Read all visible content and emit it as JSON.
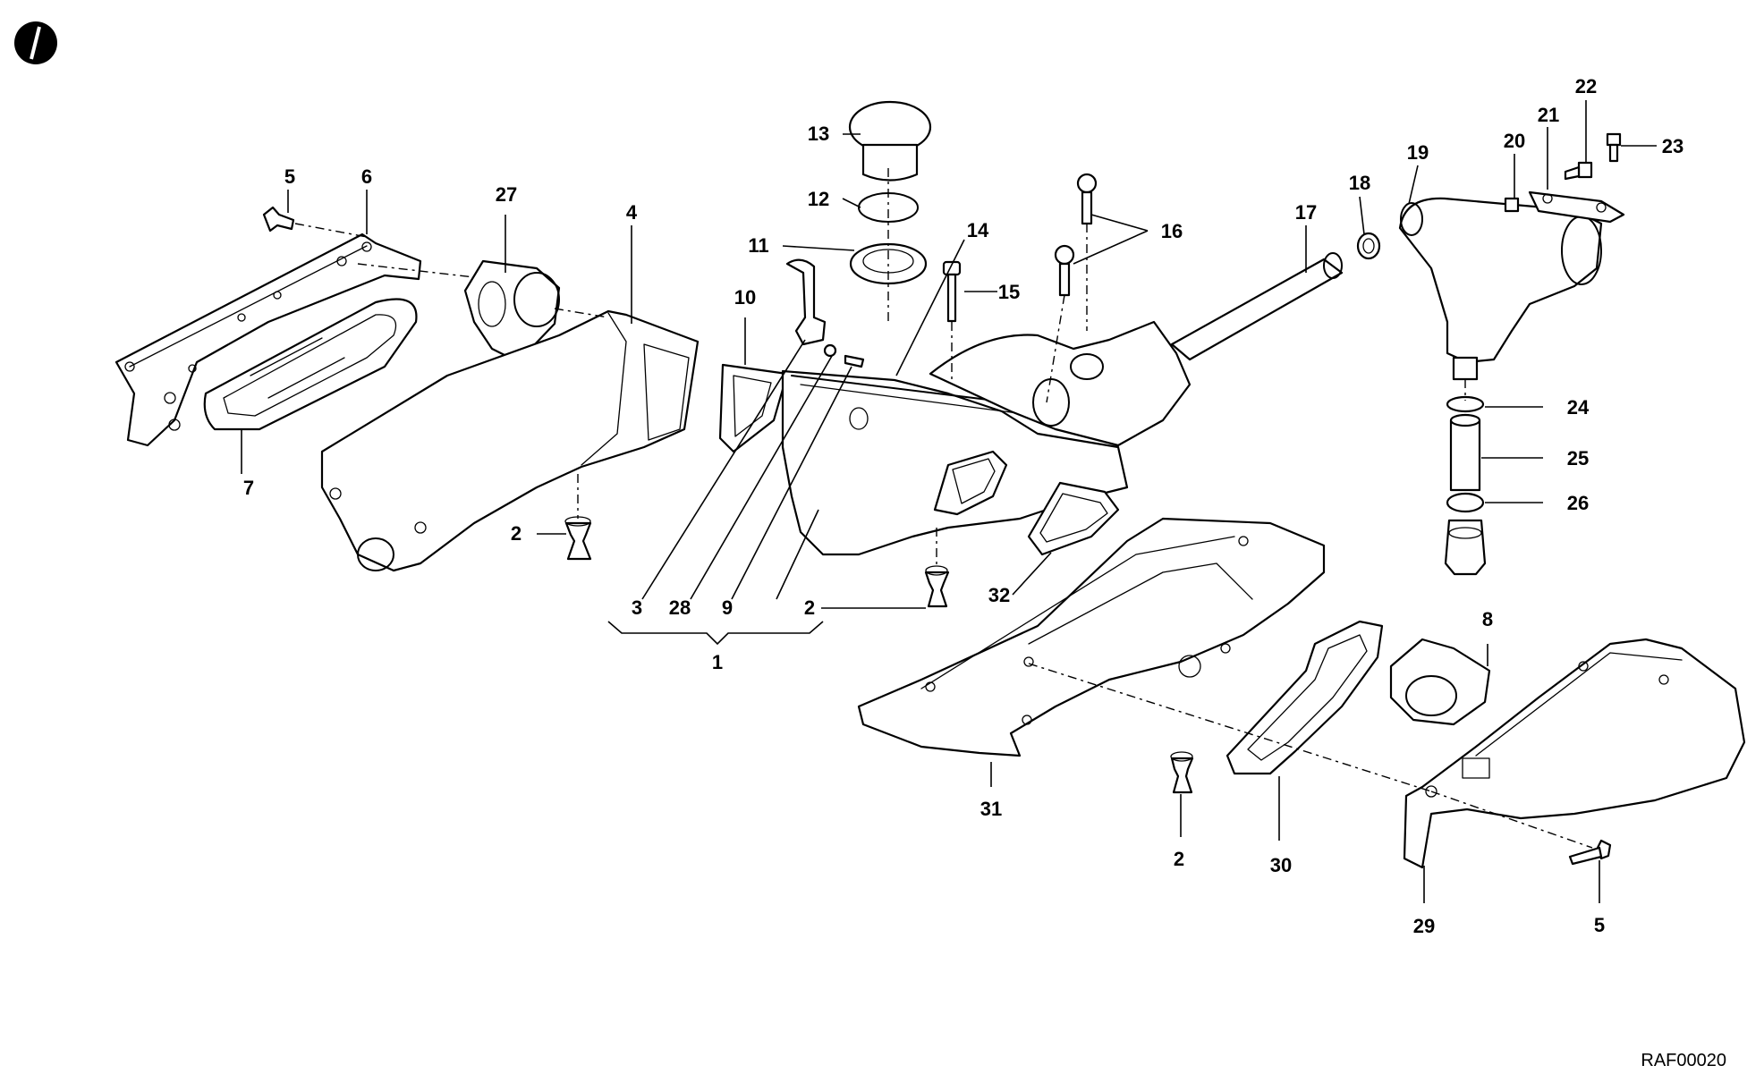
{
  "diagram": {
    "reference_code": "RAF00020",
    "labels": [
      "1",
      "2",
      "3",
      "4",
      "5",
      "6",
      "7",
      "8",
      "9",
      "10",
      "11",
      "12",
      "13",
      "14",
      "15",
      "16",
      "17",
      "18",
      "19",
      "20",
      "21",
      "22",
      "23",
      "24",
      "25",
      "26",
      "27",
      "28",
      "29",
      "30",
      "31",
      "32"
    ]
  }
}
